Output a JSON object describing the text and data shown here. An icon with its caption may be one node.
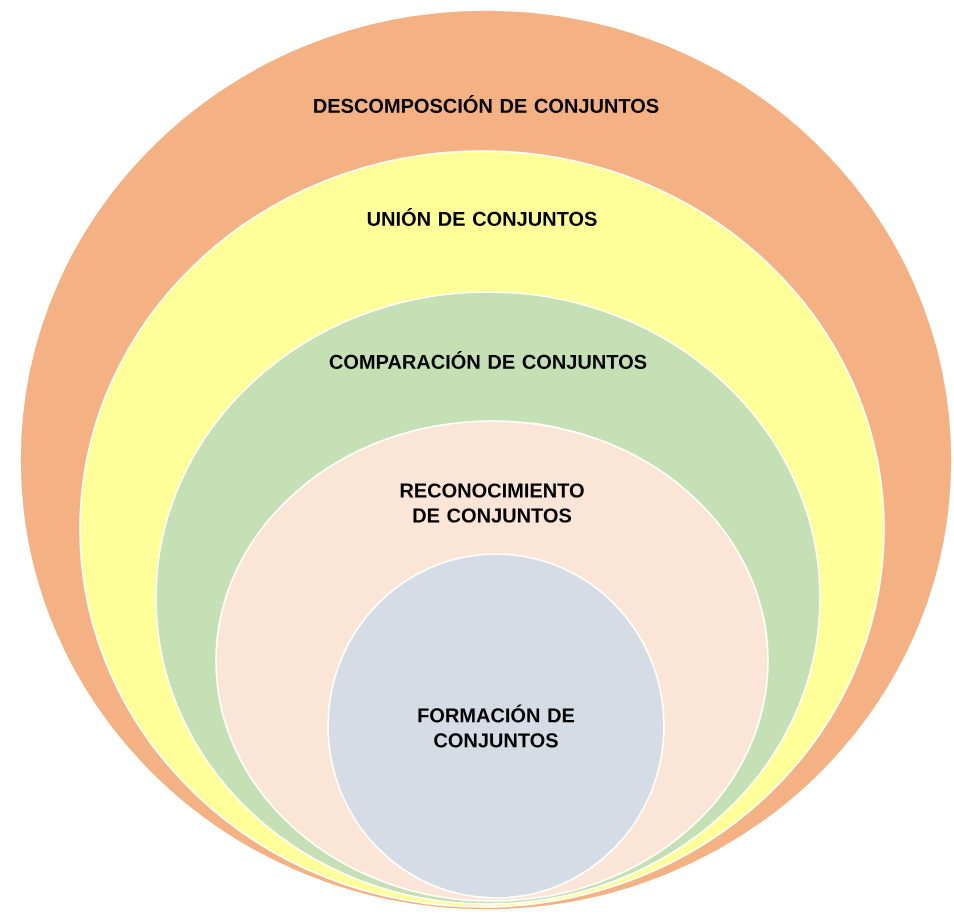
{
  "diagram": {
    "nodes": [
      {
        "text": [
          "DESCOMPOSCIÓN DE CONJUNTOS"
        ]
      },
      {
        "text": [
          "UNIÓN DE CONJUNTOS"
        ],
        "in": 0
      },
      {
        "text": [
          "COMPARACIÓN DE CONJUNTOS"
        ],
        "in": 1
      },
      {
        "text": [
          "RECONOCIMIENTO DE CONJUNTOS"
        ],
        "in": 2
      },
      {
        "text": [
          "FORMACIÓN DE CONJUNTOS"
        ],
        "in": 3
      }
    ]
  }
}
